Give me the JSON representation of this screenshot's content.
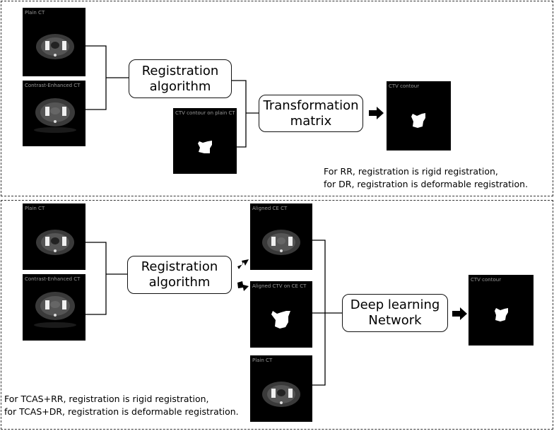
{
  "top": {
    "images": {
      "plain_ct": "Plain CT",
      "contrast_ct": "Contrast-Enhanced CT",
      "ctv_on_plain": "CTV contour on plain CT",
      "ctv_output": "CTV contour"
    },
    "boxes": {
      "registration": "Registration algorithm",
      "transformation": "Transformation matrix"
    },
    "notes": [
      "For RR, registration is rigid registration,",
      "for DR, registration is deformable registration."
    ]
  },
  "bottom": {
    "images": {
      "plain_ct": "Plain CT",
      "contrast_ct": "Contrast-Enhanced CT",
      "aligned_ce": "Aligned CE CT",
      "aligned_ctv": "Aligned CTV on CE CT",
      "plain_ct_2": "Plain CT",
      "ctv_output": "CTV contour"
    },
    "boxes": {
      "registration": "Registration algorithm",
      "deep_learning": "Deep learning Network"
    },
    "notes": [
      "For TCAS+RR, registration is rigid registration,",
      "for TCAS+DR, registration is deformable registration."
    ]
  }
}
